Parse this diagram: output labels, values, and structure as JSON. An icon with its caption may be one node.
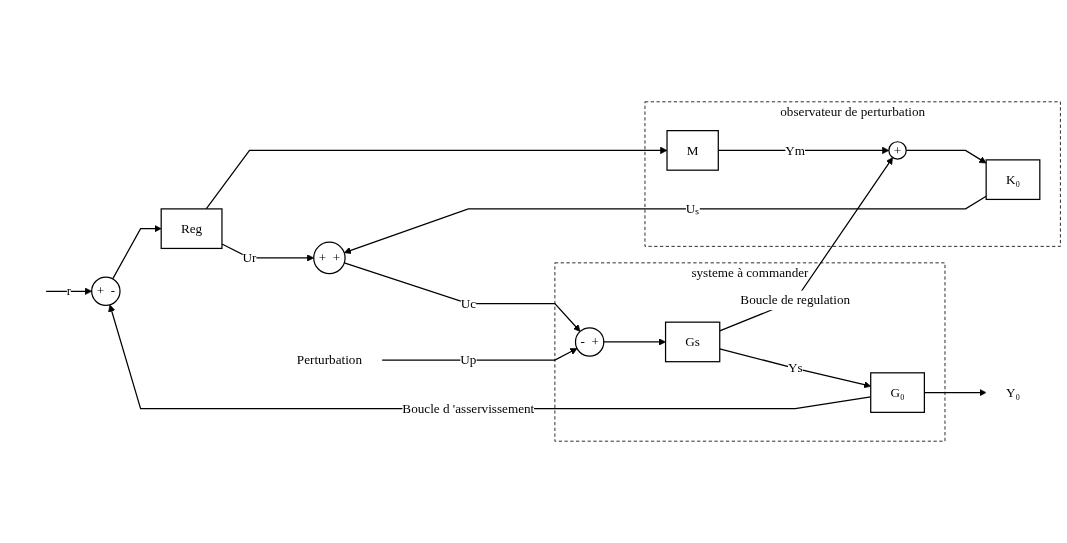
{
  "diagram": {
    "nodes": [
      {
        "text": [
          "+",
          "-"
        ]
      },
      {
        "text": [
          "Reg"
        ]
      },
      {
        "text": [
          "+",
          "+"
        ]
      },
      {
        "text": [
          "systeme à commander"
        ]
      },
      {
        "text": [
          "-",
          "+"
        ],
        "in": 3
      },
      {
        "text": [
          "Gs"
        ],
        "in": 3
      },
      {
        "text": [
          "G₀"
        ],
        "in": 3
      },
      {
        "text": [
          "observateur de perturbation"
        ]
      },
      {
        "text": [
          "M"
        ],
        "in": 7
      },
      {
        "text": [
          "K₀"
        ],
        "in": 7
      },
      {
        "text": [
          "+"
        ],
        "in": 7
      },
      {
        "text": [
          "Y₀"
        ]
      },
      {
        "text": [
          "Perturbation"
        ]
      }
    ],
    "edges": [
      {
        "from": null,
        "to": 0,
        "arrow": "to",
        "label": "r"
      },
      {
        "from": 0,
        "to": 1,
        "arrow": "to"
      },
      {
        "from": 1,
        "to": 2,
        "arrow": "to",
        "label": "Ur"
      },
      {
        "from": 2,
        "to": 4,
        "arrow": "to",
        "label": "Uc"
      },
      {
        "from": 12,
        "to": 4,
        "arrow": "to",
        "label": "Up"
      },
      {
        "from": 4,
        "to": 5,
        "arrow": "to"
      },
      {
        "from": 5,
        "to": 6,
        "arrow": "to",
        "label": "Ys"
      },
      {
        "from": 6,
        "to": 11,
        "arrow": "to"
      },
      {
        "from": 1,
        "to": 8,
        "arrow": "to"
      },
      {
        "from": 8,
        "to": 10,
        "arrow": "to",
        "label": "Ym"
      },
      {
        "from": 5,
        "to": 10,
        "arrow": "to",
        "label": "Boucle de regulation"
      },
      {
        "from": 10,
        "to": 9,
        "arrow": "to"
      },
      {
        "from": 6,
        "to": 0,
        "arrow": "to",
        "label": "Boucle d 'asservissement"
      },
      {
        "from": 9,
        "to": 2,
        "arrow": "to",
        "label": "Uₛ"
      }
    ]
  }
}
